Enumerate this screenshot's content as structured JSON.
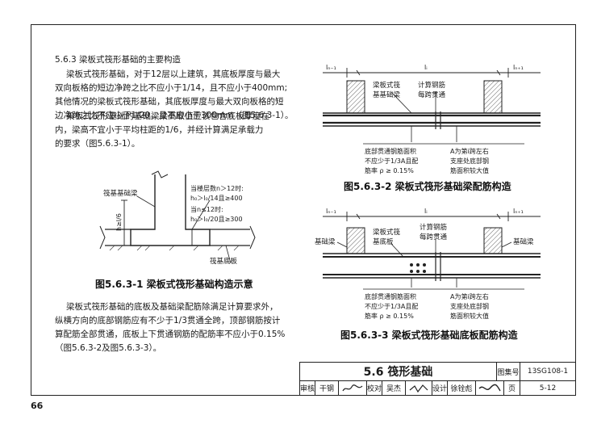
{
  "page_number": "66",
  "section": {
    "heading": "5.6.3 梁板式筏形基础的主要构造",
    "para1": [
      "梁板式筏形基础，对于12层以上建筑，其底板厚度与最大",
      "双向板格的短边净跨之比不应小于1/14，且不应小于400mm;",
      "其他情况的梁板式筏形基础，其底板厚度与最大双向板格的短",
      "边净跨之比不应小于1/20，且不应小于300mm（图5.6.3-1）。"
    ],
    "para2": [
      "梁板式筏形基础的基础梁梁高取值应该包含底板厚度在",
      "内，梁高不宜小于平均柱距的1/6，并经计算满足承载力",
      "的要求（图5.6.3-1）。"
    ],
    "para3": [
      "梁板式筏形基础的底板及基础梁配筋除满足计算要求外，",
      "纵横方向的底部钢筋应有不少于1/3贯通全跨，顶部钢筋按计",
      "算配筋全部贯通，底板上下贯通钢筋的配筋率不应小于0.15%",
      "（图5.6.3-2及图5.6.3-3）。"
    ]
  },
  "fig1": {
    "caption": "图5.6.3-1  梁板式筏形基础构造示意",
    "label_beam": "筏基基础梁",
    "label_slab": "筏基底板",
    "label_height": "h≥l/6",
    "cond1": "当楼层数n＞12时:",
    "cond1_val": "h₀＞l₀/14且≥400",
    "cond2": "当n≤12时:",
    "cond2_val": "h₀＞l₀/20且≥300"
  },
  "fig2": {
    "caption": "图5.6.3-2  梁板式筏形基础梁配筋构造",
    "span_left": "lₙ₋₁",
    "span_mid": "lᵢ",
    "span_right": "lₙ₊₁",
    "label_beam_a": "梁板式筏",
    "label_beam_b": "基基础梁",
    "label_rebar_a": "计算钢筋",
    "label_rebar_b": "每跨贯通",
    "note_left": [
      "底部贯通钢筋面积",
      "不应少于1/3A且配",
      "筋率 ρ ≥ 0.15%"
    ],
    "note_right": [
      "A为第i跨左右",
      "支座处底部钢",
      "筋面积较大值"
    ]
  },
  "fig3": {
    "caption": "图5.6.3-3  梁板式筏形基础底板配筋构造",
    "span_left": "lₙ₋₁",
    "span_mid": "lᵢ",
    "span_right": "lₙ₊₁",
    "label_beam_left": "基础梁",
    "label_beam_right": "基础梁",
    "label_slab_a": "梁板式筏",
    "label_slab_b": "基底板",
    "label_rebar_a": "计算钢筋",
    "label_rebar_b": "每跨贯通",
    "note_left": [
      "底部贯通钢筋面积",
      "不应少于1/3A且配",
      "筋率 ρ ≥ 0.15%"
    ],
    "note_right": [
      "A为第i跨左右",
      "支座处底部钢",
      "筋面积较大值"
    ]
  },
  "title_block": {
    "title": "5.6  筏形基础",
    "atlas_label": "图集号",
    "atlas_no": "13SG108-1",
    "review_label": "审核",
    "reviewer": "干钢",
    "check_label": "校对",
    "checker": "吴杰",
    "design_label": "设计",
    "designer": "徐铨彪",
    "page_label": "页",
    "page_no": "5-12"
  }
}
